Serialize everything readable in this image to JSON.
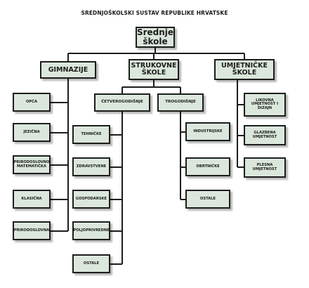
{
  "diagram_title": "SREDNJOŠKOLSKI SUSTAV REPUBLIKE HRVATSKE",
  "root": {
    "label": "Srednje\nškole"
  },
  "gimnazije": {
    "label": "GIMNAZIJE",
    "items": [
      "OPĆA",
      "JEZIČNA",
      "PRIRODOSLOVNO\nMATEMATIČKA",
      "KLASIČNA",
      "PRIRODOSLOVNA"
    ]
  },
  "strukovne": {
    "label": "STRUKOVNE\nŠKOLE",
    "cetverogodisnje": {
      "label": "ČETVEROGODIŠNJE",
      "items": [
        "TEHNIČKE",
        "ZDRAVSTVENE",
        "GOSPODARSKE",
        "POLJOPRIVREDNE",
        "OSTALE"
      ]
    },
    "trogodisnje": {
      "label": "TROGODIŠNJE",
      "items": [
        "INDUSTRIJSKE",
        "OBRTNIČKE",
        "OSTALE"
      ]
    }
  },
  "umjetnicke": {
    "label": "UMJETNIČKE\nŠKOLE",
    "items": [
      "LIKOVNA\nUMJETNOST I\nDIZAJN",
      "GLAZBENA\nUMJETNOST",
      "PLESNA\nUMJETNOST"
    ]
  },
  "colors": {
    "box_fill": "#dbe7dc",
    "border": "#1d1d1d",
    "line": "#1d1d1d"
  }
}
